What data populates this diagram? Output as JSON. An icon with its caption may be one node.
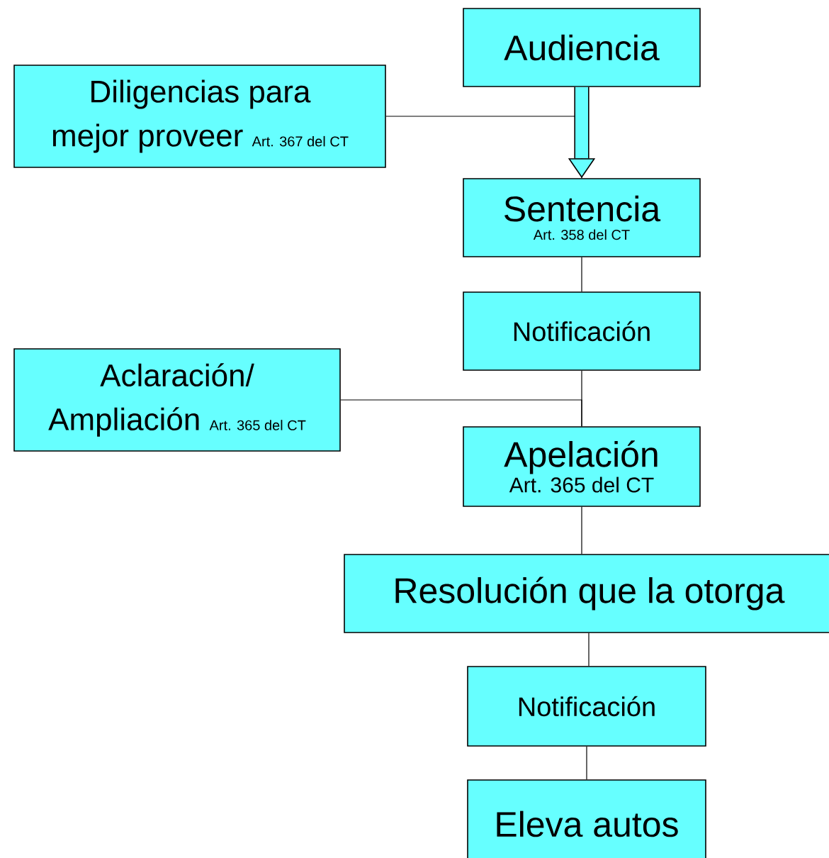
{
  "diagram": {
    "nodes": [
      {
        "text": [
          "Audiencia"
        ]
      },
      {
        "text": [
          "Diligencias para mejor proveer",
          "Art. 367 del CT"
        ]
      },
      {
        "text": [
          "Sentencia",
          "Art. 358 del CT"
        ]
      },
      {
        "text": [
          "Notificación"
        ]
      },
      {
        "text": [
          "Aclaración/ Ampliación",
          "Art. 365 del CT"
        ]
      },
      {
        "text": [
          "Apelación",
          "Art. 365 del CT"
        ]
      },
      {
        "text": [
          "Resolución que la otorga"
        ]
      },
      {
        "text": [
          "Notificación"
        ]
      },
      {
        "text": [
          "Eleva autos"
        ]
      }
    ],
    "edges": [
      {
        "from": 0,
        "to": 2,
        "arrow": "to",
        "style": "thick"
      },
      {
        "from": 1,
        "to": 2,
        "arrow": "none"
      },
      {
        "from": 2,
        "to": 3,
        "arrow": "none"
      },
      {
        "from": 4,
        "to": 5,
        "arrow": "none"
      },
      {
        "from": 3,
        "to": 5,
        "arrow": "none"
      },
      {
        "from": 5,
        "to": 6,
        "arrow": "none"
      },
      {
        "from": 6,
        "to": 7,
        "arrow": "none"
      },
      {
        "from": 7,
        "to": 8,
        "arrow": "none"
      }
    ]
  }
}
